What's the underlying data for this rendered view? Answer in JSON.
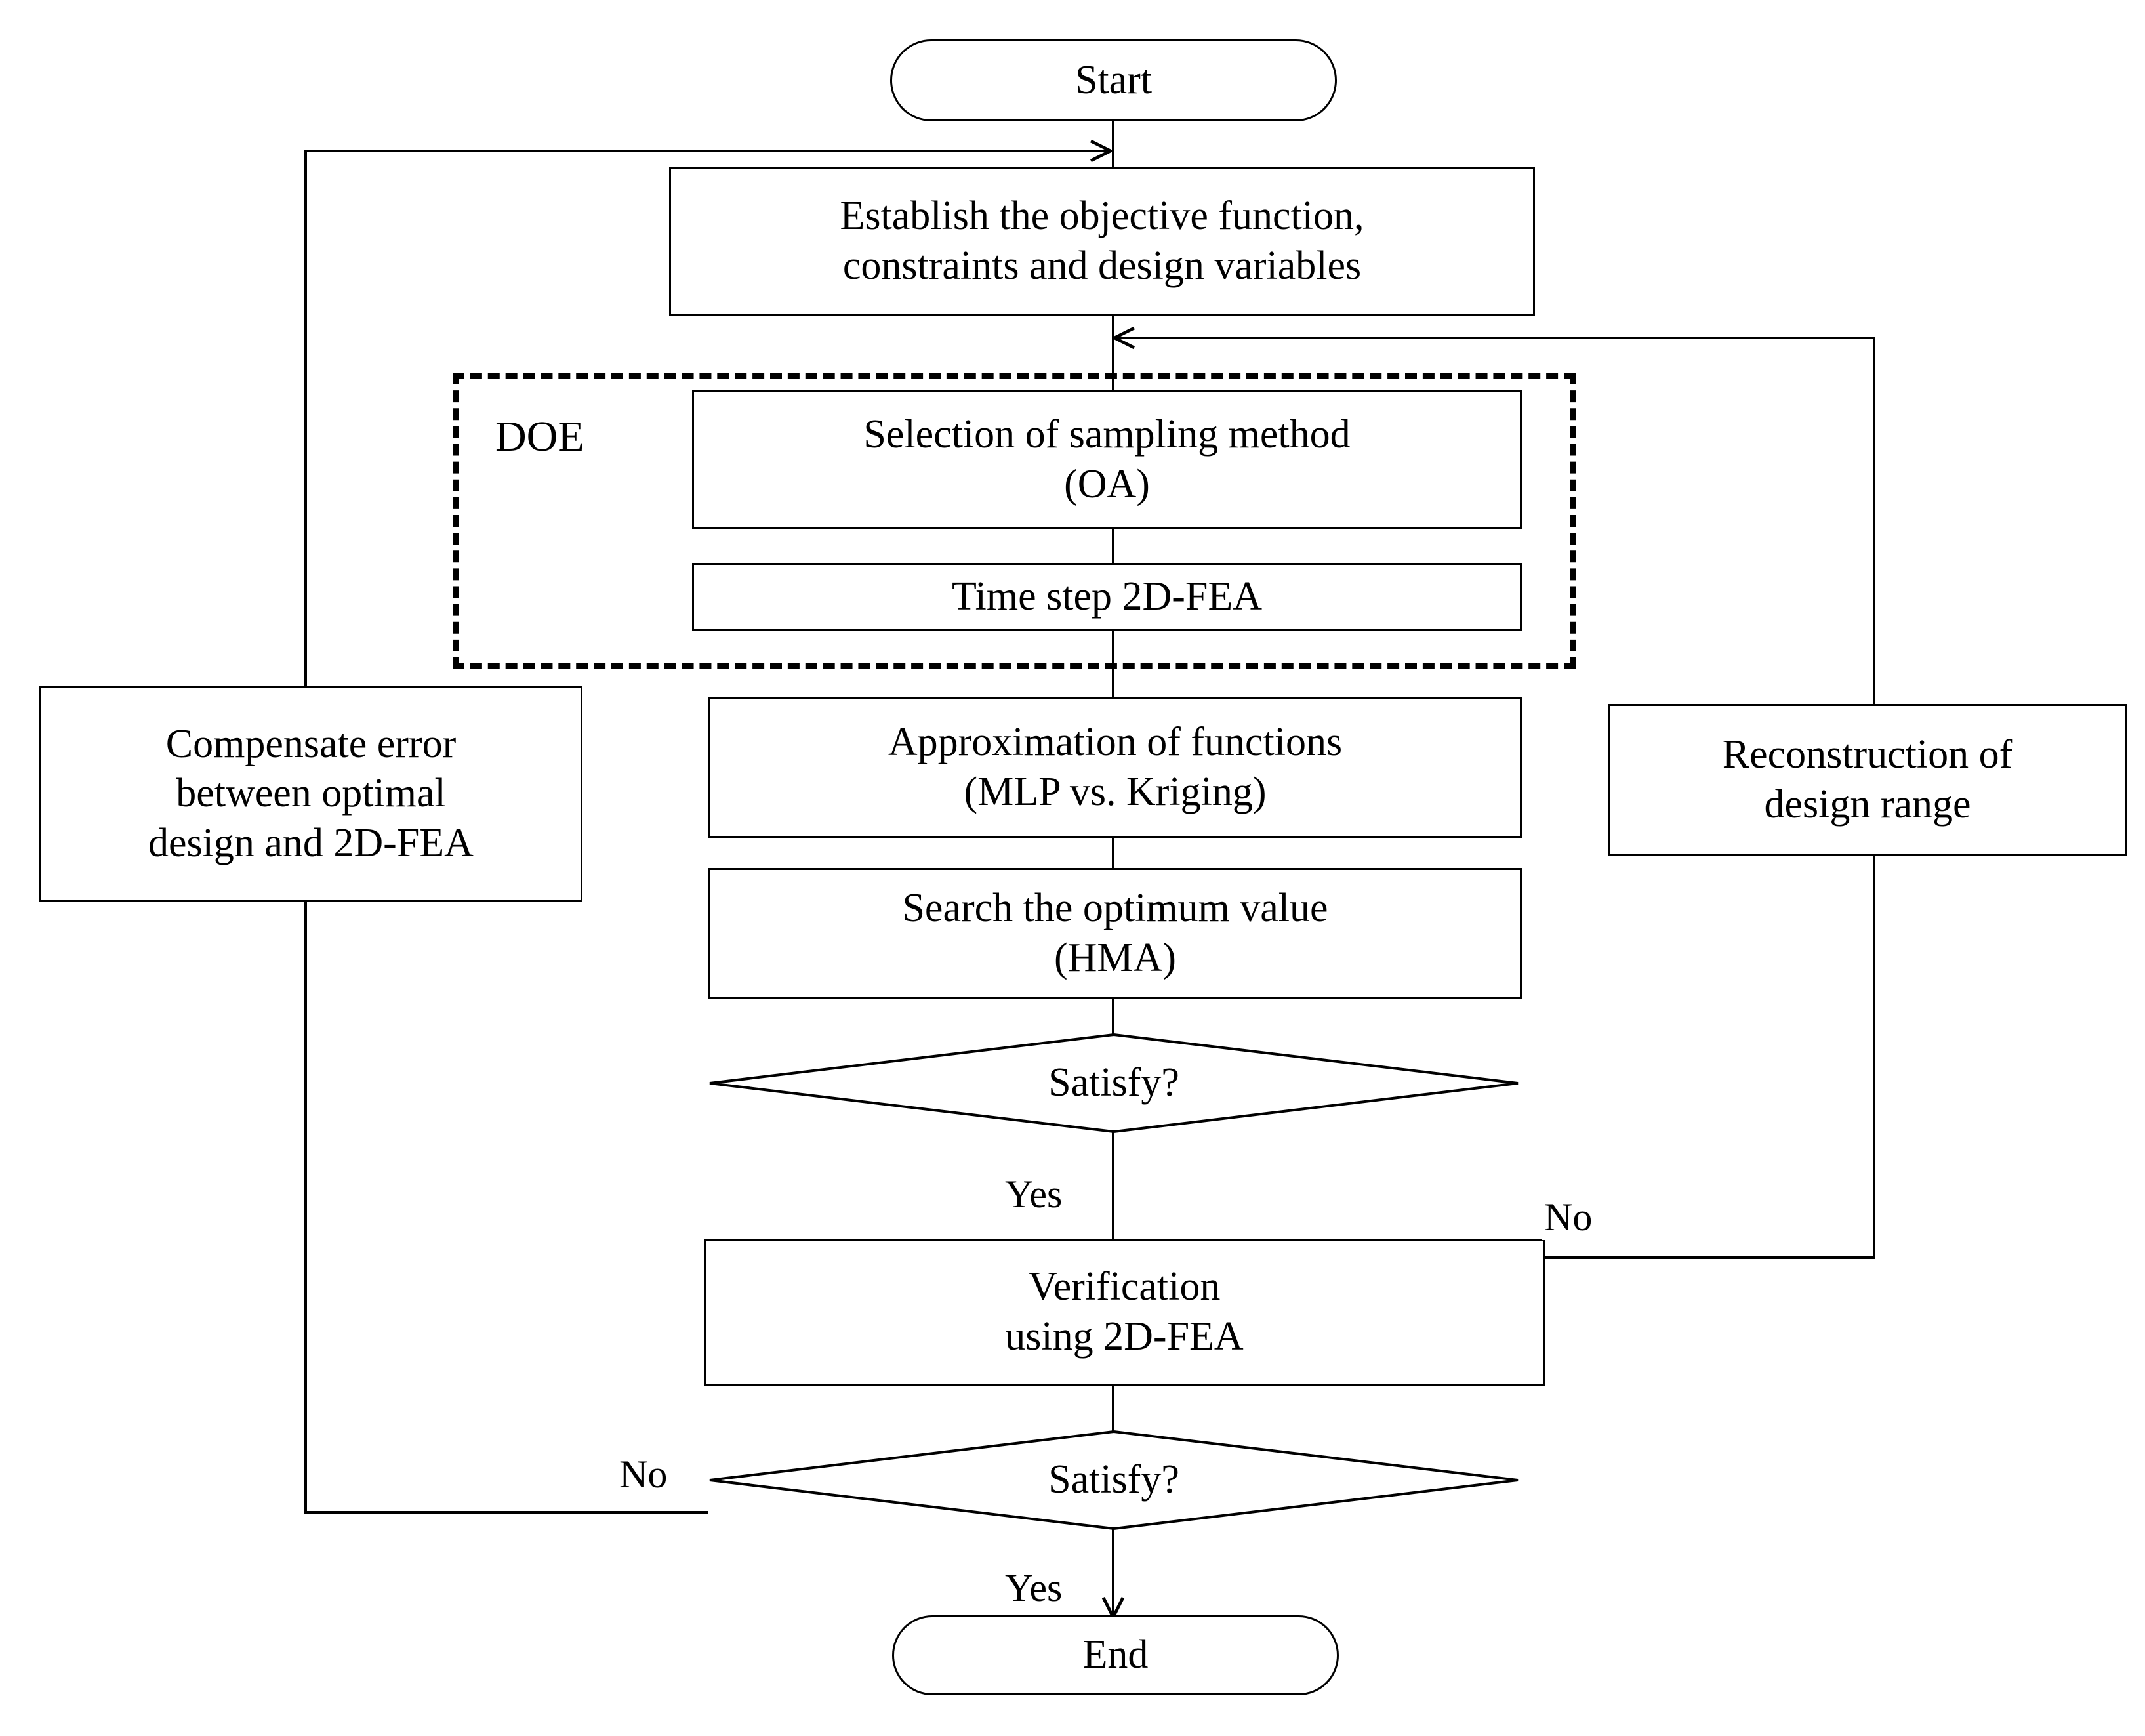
{
  "diagram": {
    "title": "Optimization design process flowchart",
    "type": "flowchart",
    "stroke_color": "#000000",
    "background_color": "#ffffff"
  },
  "nodes": {
    "start": {
      "label": "Start",
      "shape": "terminator"
    },
    "establish": {
      "label": "Establish the objective function,\nconstraints and design variables",
      "shape": "process"
    },
    "sampling": {
      "label": "Selection of sampling method\n(OA)",
      "shape": "process"
    },
    "timestep": {
      "label": "Time step 2D-FEA",
      "shape": "process"
    },
    "approximation": {
      "label": "Approximation of functions\n(MLP vs. Kriging)",
      "shape": "process"
    },
    "search": {
      "label": "Search the optimum value\n(HMA)",
      "shape": "process"
    },
    "decision1": {
      "label": "Satisfy?",
      "shape": "decision"
    },
    "verification": {
      "label": "Verification\nusing 2D-FEA",
      "shape": "process"
    },
    "decision2": {
      "label": "Satisfy?",
      "shape": "decision"
    },
    "end": {
      "label": "End",
      "shape": "terminator"
    },
    "compensate": {
      "label": "Compensate error\nbetween optimal\ndesign and 2D-FEA",
      "shape": "process"
    },
    "reconstruction": {
      "label": "Reconstruction of\ndesign range",
      "shape": "process"
    }
  },
  "groups": {
    "doe": {
      "label": "DOE",
      "style": "dashed"
    }
  },
  "edge_labels": {
    "decision1_yes": "Yes",
    "decision1_no": "No",
    "decision2_yes": "Yes",
    "decision2_no": "No"
  }
}
